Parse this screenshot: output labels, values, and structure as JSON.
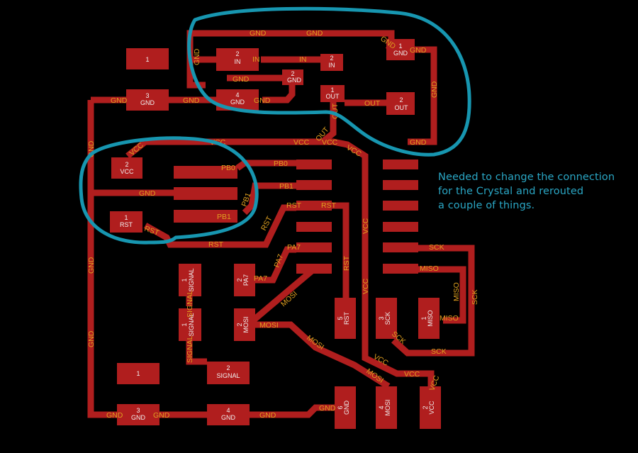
{
  "colors": {
    "background": "#000000",
    "copper": "#b01e1e",
    "net_label": "#e0a020",
    "pad_text": "#f0f0f0",
    "highlight": "#1796b0",
    "note": "#2aa6c4"
  },
  "annotation": {
    "lines": [
      "Needed to change the connection",
      "for the Crystal and rerouted",
      "a couple of things."
    ]
  },
  "pads": {
    "p_top_1": "1",
    "p_in_2": [
      "2",
      "IN"
    ],
    "p_in_2b": [
      "2",
      "IN"
    ],
    "p_gnd_1top": [
      "1",
      "GND"
    ],
    "p_gnd_3": [
      "3",
      "GND"
    ],
    "p_gnd_4": [
      "4",
      "GND"
    ],
    "p_gnd_2small": [
      "2",
      "GND"
    ],
    "p_out_1": [
      "1",
      "OUT"
    ],
    "p_out_2": [
      "2",
      "OUT"
    ],
    "p_vcc_2": [
      "2",
      "VCC"
    ],
    "p_rst_1": [
      "1",
      "RST"
    ],
    "p_sig_1a": [
      "1",
      "SIGNAL"
    ],
    "p_sig_1b": [
      "1",
      "SIGNAL"
    ],
    "p_pa7_2": [
      "2",
      "PA7"
    ],
    "p_mosi_2": [
      "2",
      "MOSI"
    ],
    "p_rst_5": [
      "5",
      "RST"
    ],
    "p_sck_3": [
      "3",
      "SCK"
    ],
    "p_miso_1": [
      "1",
      "MISO"
    ],
    "p_bot_1": "1",
    "p_sig_2": [
      "2",
      "SIGNAL"
    ],
    "p_gnd_3b": [
      "3",
      "GND"
    ],
    "p_gnd_4b": [
      "4",
      "GND"
    ],
    "p_gnd_6": [
      "6",
      "GND"
    ],
    "p_mosi_4": [
      "4",
      "MOSI"
    ],
    "p_vcc_2b": [
      "2",
      "VCC"
    ]
  },
  "nets": {
    "gnd": "GND",
    "in": "IN",
    "out": "OUT",
    "vcc": "VCC",
    "pb0": "PB0",
    "pb1": "PB1",
    "rst": "RST",
    "pa7": "PA7",
    "mosi": "MOSI",
    "miso": "MISO",
    "sck": "SCK",
    "signal": "SIGNAL"
  }
}
